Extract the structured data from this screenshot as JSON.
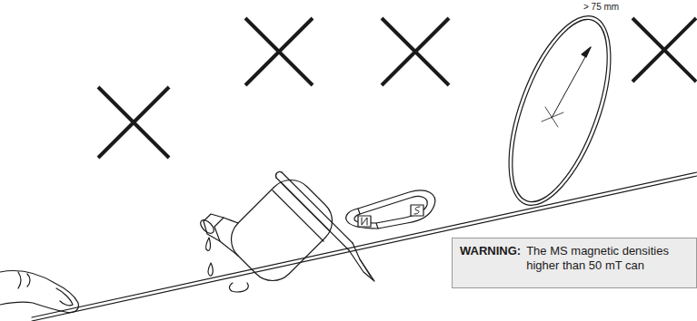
{
  "diagram": {
    "nodes": [
      {
        "text": [
          "WARNING:",
          "The MS magnetic densities higher than 50 mT can"
        ]
      }
    ],
    "labels": [
      "> 75 mm"
    ]
  }
}
